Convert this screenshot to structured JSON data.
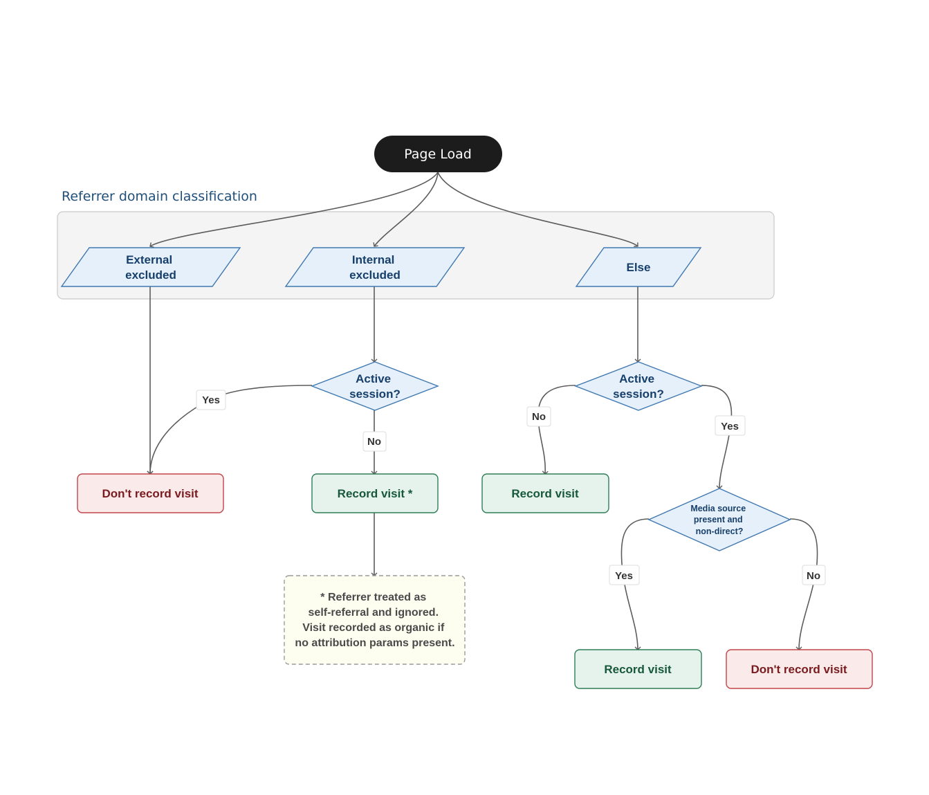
{
  "start": {
    "label": "Page Load"
  },
  "group": {
    "title": "Referrer domain classification"
  },
  "nodes": {
    "external": [
      "External",
      "excluded"
    ],
    "internal": [
      "Internal",
      "excluded"
    ],
    "else": [
      "Else"
    ],
    "active_internal": [
      "Active",
      "session?"
    ],
    "active_else": [
      "Active",
      "session?"
    ],
    "media": [
      "Media source",
      "present and",
      "non-direct?"
    ],
    "dont_record_1": "Don't record visit",
    "record_star": "Record visit *",
    "record_1": "Record visit",
    "record_2": "Record visit",
    "dont_record_2": "Don't record visit",
    "note": [
      "* Referrer treated as",
      "self-referral and ignored.",
      "Visit recorded as organic if",
      "no attribution params present."
    ]
  },
  "edge_labels": {
    "yes": "Yes",
    "no": "No"
  },
  "colors": {
    "start_fill": "#1c1c1c",
    "group_fill": "#f4f4f4",
    "group_stroke": "#d0d0d0",
    "group_title": "#1f4f7a",
    "decision_fill": "#e6f0fa",
    "decision_stroke": "#3f78b0",
    "decision_text": "#173f6b",
    "green_fill": "#e5f3ec",
    "green_stroke": "#2e7d57",
    "green_text": "#17573a",
    "red_fill": "#fbeaea",
    "red_stroke": "#c0444a",
    "red_text": "#7a1b1f",
    "note_fill": "#fdfdf0",
    "note_stroke": "#9a9a9a",
    "note_text": "#4a4a4a"
  }
}
